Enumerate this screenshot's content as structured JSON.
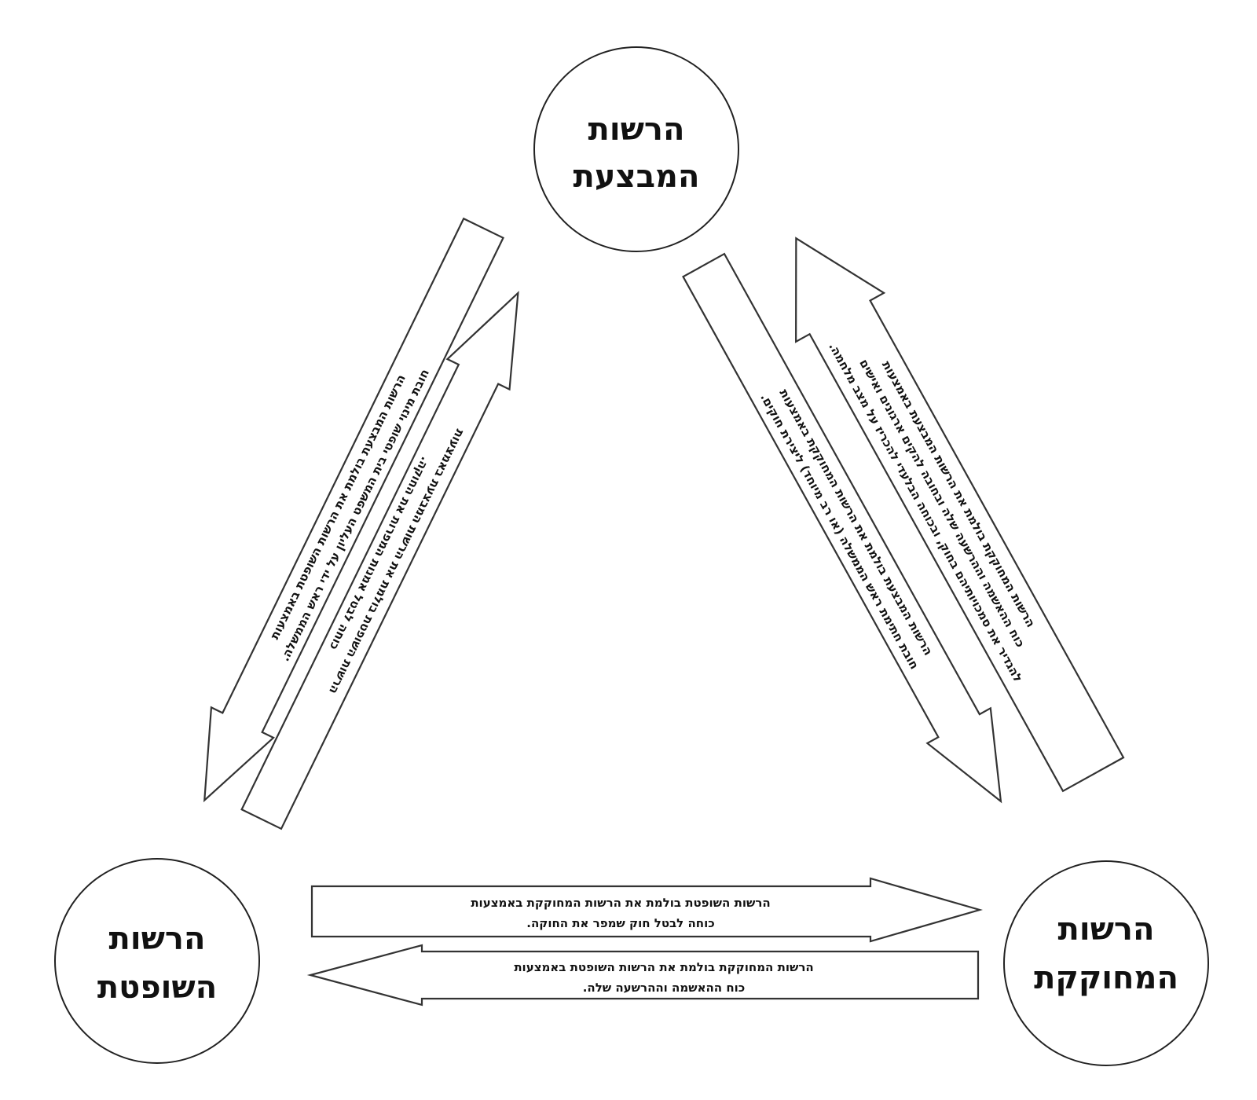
{
  "nodes": {
    "executive": {
      "line1": "הרשות",
      "line2": "המבצעת"
    },
    "legislative": {
      "line1": "הרשות",
      "line2": "המחוקקת"
    },
    "judicial": {
      "line1": "הרשות",
      "line2": "השופטת"
    }
  },
  "arrows": {
    "exec_to_judicial": {
      "line1": "הרשות המבצעת בולמת את הרשות השופטת באמצעות",
      "line2": "חובת מינוי שופטי בית המשפט העליון על ידי ראש הממשלה."
    },
    "judicial_to_exec": {
      "line1": "הרשות השופטת בולמת את הרשות המבצעת באמצעות",
      "line2": "כוחה לבטל אמנות המפרות את החוקה."
    },
    "exec_to_legislative": {
      "line1": "הרשות המבצעת בולמת את הרשות המחוקקת באמצעות",
      "line2": "חובת חתימת ראש הממשלה (או רב מיוחד) ליצירת חוקים."
    },
    "legislative_to_exec": {
      "line1": "הרשות המחוקקת בולמת את הרשות המבצעת באמצעות",
      "line2": "כוח ההאשמה וההרשעה שלה ובחובה להקים ארגונים ואישים",
      "line3": "להגדיר את סמכויותיהם בחוק, ובכוחה הבלעדי להכריז על מצב מלחמה."
    },
    "judicial_to_legislative": {
      "line1": "הרשות השופטת בולמת את הרשות המחוקקת באמצעות",
      "line2": "כוחה לבטל חוק שמפר את החוקה."
    },
    "legislative_to_judicial": {
      "line1": "הרשות המחוקקת בולמת את הרשות השופטת באמצעות",
      "line2": "כוח ההאשמה וההרשעה שלה."
    }
  }
}
